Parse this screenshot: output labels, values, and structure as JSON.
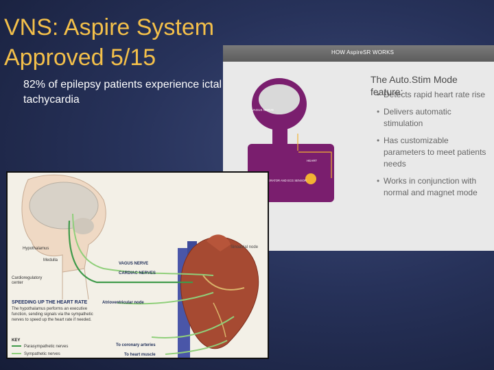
{
  "slide": {
    "title": "VNS: Aspire System Approved 5/15",
    "subtitle": "82% of epilepsy patients experience ictal tachycardia"
  },
  "panel": {
    "header": "HOW AspireSR WORKS",
    "device": {
      "vagus_label": "VAGUS NERVE",
      "heart_label": "HEART",
      "generator_label": "PULSE GENERATOR AND ECG SENSOR"
    },
    "overlay_text": "The Auto.Stim Mode feature:",
    "bullets": [
      "Detects rapid heart rate rise",
      "Delivers automatic stimulation",
      "Has customizable parameters to meet patients needs",
      "Works in conjunction with normal and magnet mode"
    ]
  },
  "figure": {
    "labels": {
      "hypothalamus": "Hypothalamus",
      "medulla": "Medulla",
      "cardio": "Cardioregulatory center",
      "vagus": "VAGUS NERVE",
      "cardiac": "CARDIAC NERVES",
      "av_node": "Atrioventricular node",
      "sinoatrial": "Sinoatrial node",
      "coronary": "To coronary arteries",
      "heart_muscle": "To heart muscle"
    },
    "speed_title": "SPEEDING UP THE HEART RATE",
    "speed_text": "The hypothalamus performs an executive function, sending signals via the sympathetic nerves to speed up the heart rate if needed.",
    "key": {
      "title": "KEY",
      "parasympathetic": "Parasympathetic nerves",
      "sympathetic": "Sympathetic nerves"
    },
    "colors": {
      "parasympathetic": "#3f9a4a",
      "sympathetic": "#8fcf7a"
    }
  }
}
